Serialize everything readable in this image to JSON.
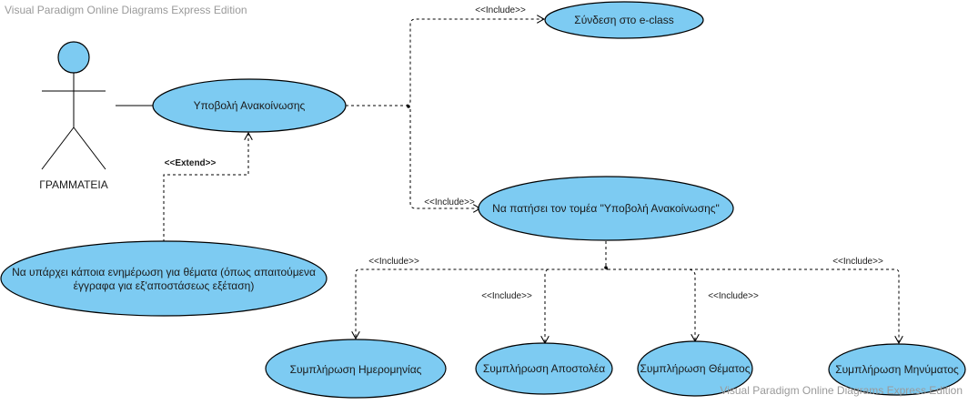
{
  "watermark": {
    "top": "Visual Paradigm Online Diagrams Express Edition",
    "bottom": "Visual Paradigm Online Diagrams Express Edition"
  },
  "actor": {
    "name": "ΓΡΑΜΜΑΤΕΙΑ"
  },
  "use_cases": {
    "login": "Σύνδεση στο e-class",
    "submit": "Υποβολή Ανακοίνωσης",
    "press": "Να πατήσει τον τομέα \"Υποβολή Ανακοίνωσης\"",
    "update_line1": "Να υπάρχει κάποια ενημέρωση για θέματα (όπως απαιτούμενα",
    "update_line2": "έγγραφα για εξ'αποστάσεως εξέταση)",
    "date": "Συμπλήρωση Ημερομηνίας",
    "sender": "Συμπλήρωση Αποστολέα",
    "subject": "Συμπλήρωση Θέματος",
    "message": "Συμπλήρωση Μηνύματος"
  },
  "relations": {
    "include_login": "<<Include>>",
    "include_press": "<<Include>>",
    "extend": "<<Extend>>",
    "include_date": "<<Include>>",
    "include_sender": "<<Include>>",
    "include_subject": "<<Include>>",
    "include_message": "<<Include>>"
  },
  "colors": {
    "use_case_fill": "#7dcbf2",
    "actor_head": "#7dcbf2"
  }
}
